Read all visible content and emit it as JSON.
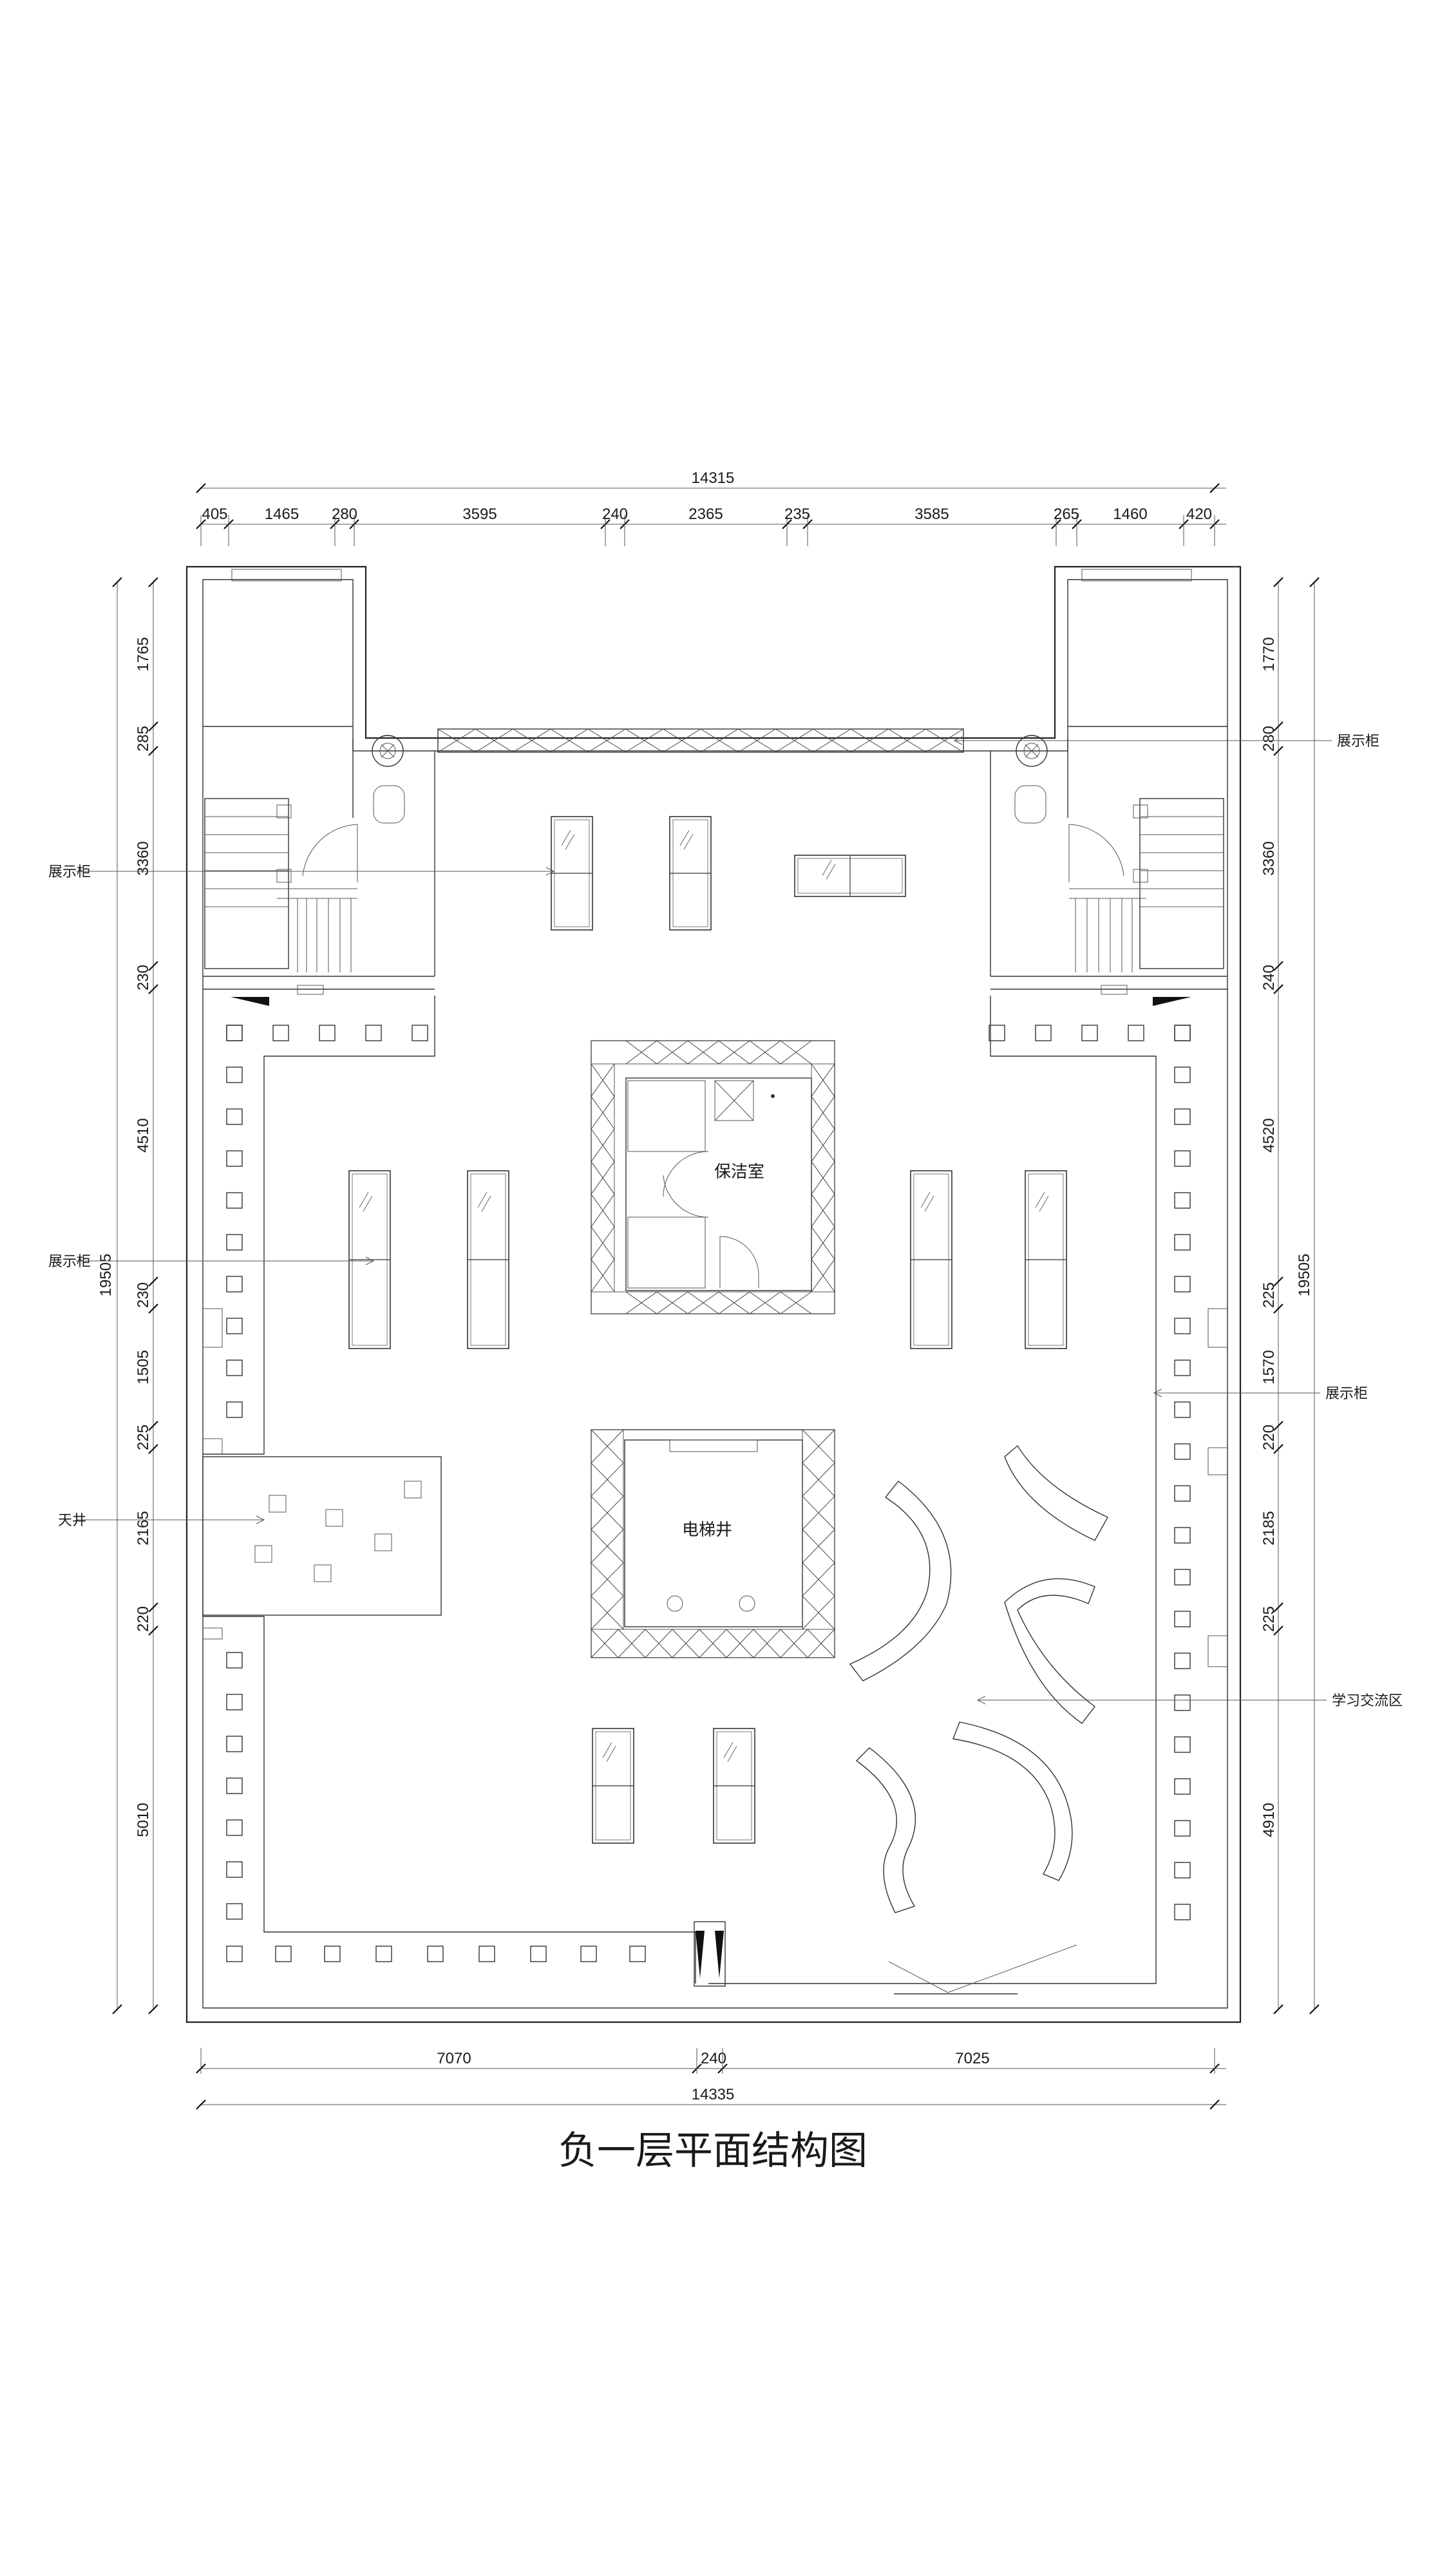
{
  "title": "负一层平面结构图",
  "dimensions": {
    "top_total": "14315",
    "top_segments": [
      "405",
      "1465",
      "280",
      "3595",
      "240",
      "2365",
      "235",
      "3585",
      "265",
      "1460",
      "420"
    ],
    "bottom_segments": [
      "7070",
      "240",
      "7025"
    ],
    "bottom_total": "14335",
    "left_total": "19505",
    "left_segments": [
      "1765",
      "285",
      "3360",
      "230",
      "4510",
      "230",
      "1505",
      "225",
      "2165",
      "220",
      "5010"
    ],
    "right_total": "19505",
    "right_segments": [
      "1770",
      "280",
      "3360",
      "240",
      "4520",
      "225",
      "1570",
      "220",
      "2185",
      "225",
      "4910"
    ]
  },
  "rooms": {
    "cleaning": "保洁室",
    "elevator": "电梯井"
  },
  "annotations": {
    "display_top_right": "展示柜",
    "display_left_upper": "展示柜",
    "display_left_middle": "展示柜",
    "display_right_middle": "展示柜",
    "atrium": "天井",
    "study_area": "学习交流区"
  }
}
